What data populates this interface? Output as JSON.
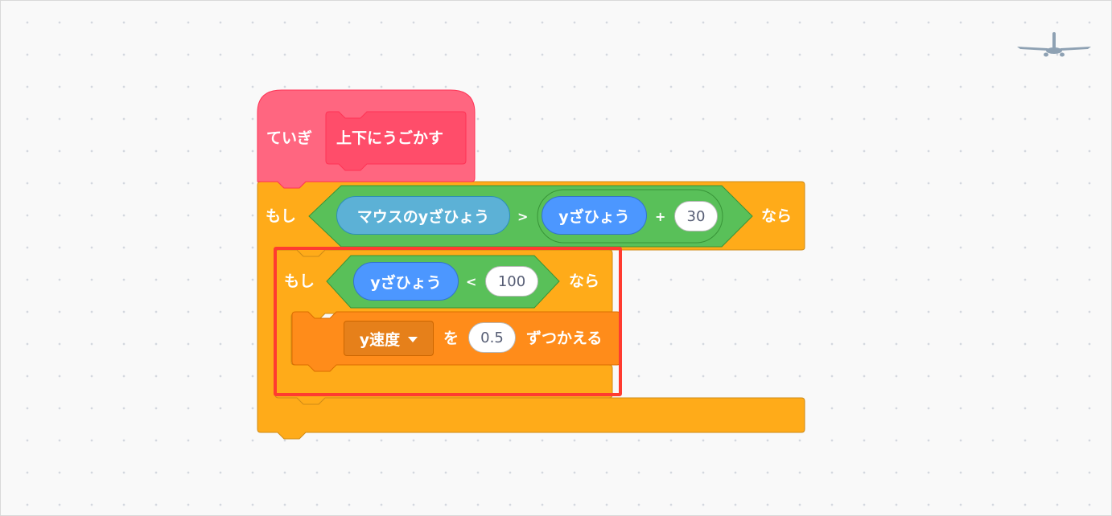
{
  "colors": {
    "control": "#ffab19",
    "control_border": "#cf8b17",
    "operators": "#59c059",
    "operators_border": "#389438",
    "my_blocks": "#ff6680",
    "my_blocks_border": "#ff3355",
    "variables": "#ff8c1a",
    "sensing": "#5cb1d6",
    "motion": "#4c97ff",
    "highlight": "#ff3b30"
  },
  "define_block": {
    "keyword": "ていぎ",
    "name": "上下にうごかす"
  },
  "outer_if": {
    "if_label": "もし",
    "then_label": "なら",
    "condition": {
      "left_reporter": "マウスのyざひょう",
      "operator": ">",
      "right": {
        "reporter": "yざひょう",
        "operator": "+",
        "value": "30"
      }
    }
  },
  "inner_if": {
    "if_label": "もし",
    "then_label": "なら",
    "condition": {
      "reporter": "yざひょう",
      "operator": "<",
      "value": "100"
    }
  },
  "change_block": {
    "variable": "y速度",
    "particle": "を",
    "value": "0.5",
    "action": "ずつかえる"
  },
  "icons": {
    "corner": "airplane-icon",
    "dropdown_caret": "caret-down-icon"
  }
}
